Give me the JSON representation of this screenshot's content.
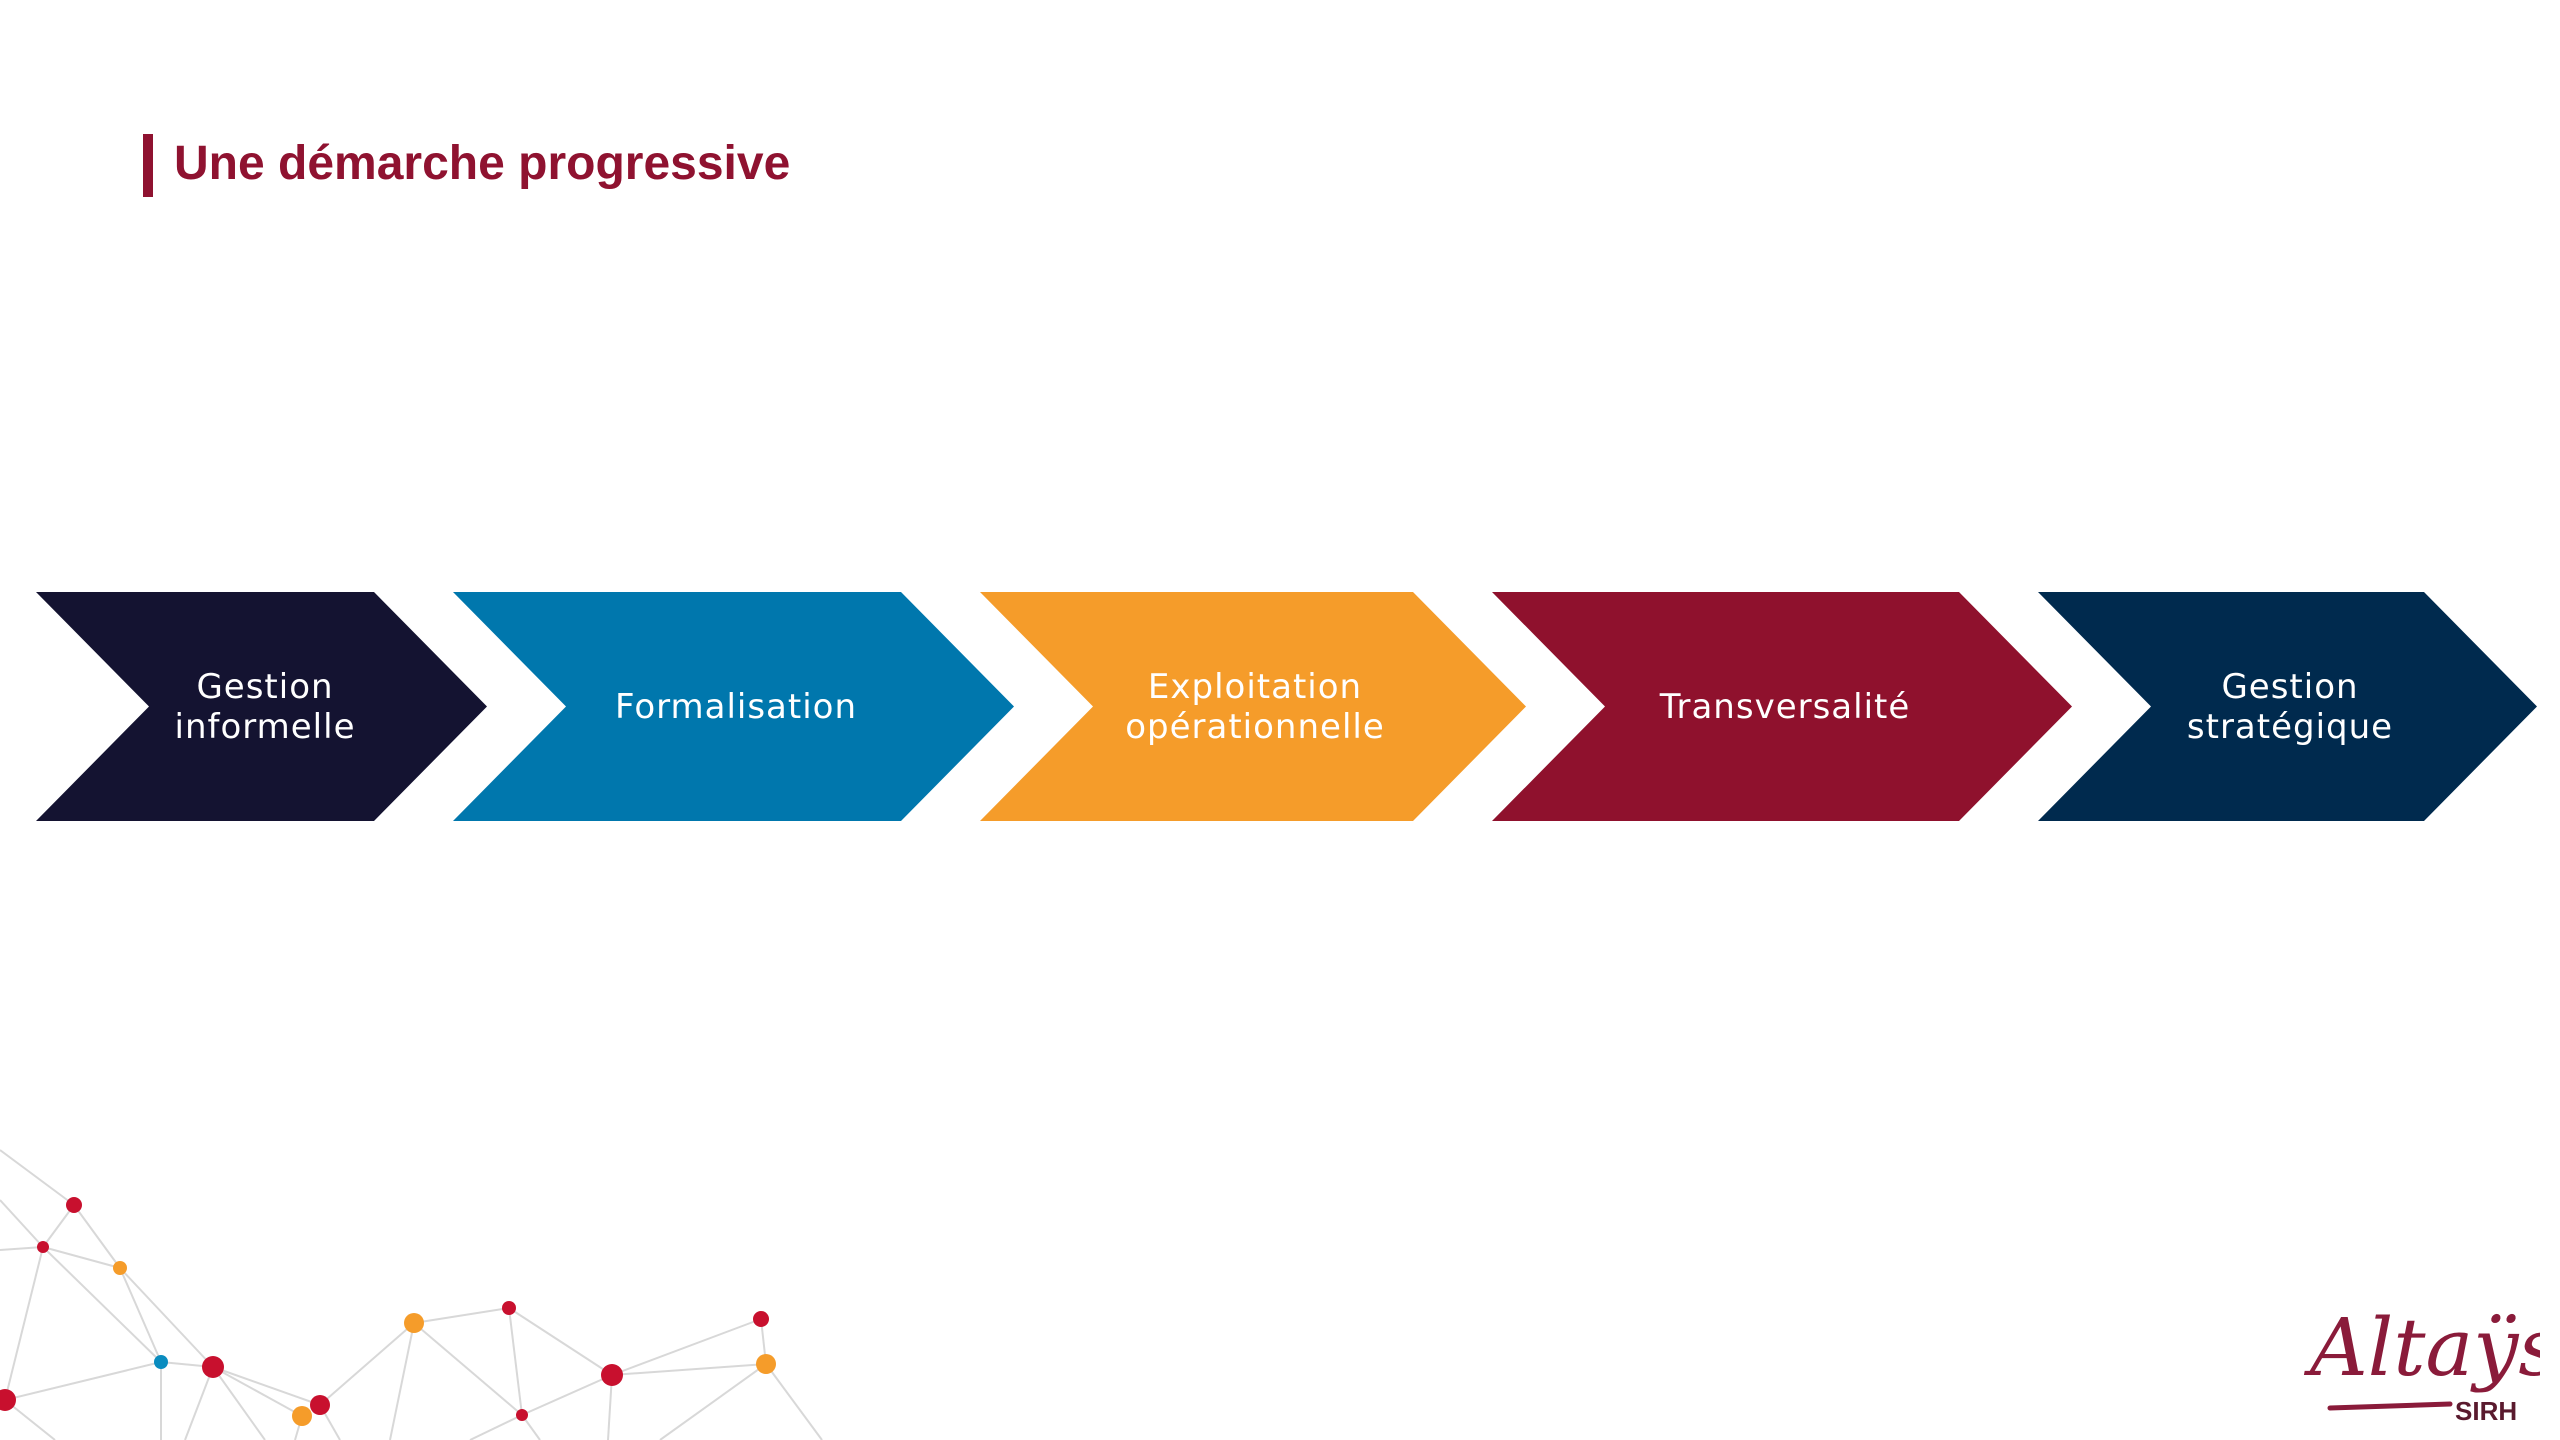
{
  "header": {
    "title": "Une démarche progressive"
  },
  "steps": [
    {
      "label": "Gestion informelle",
      "color": "#141331"
    },
    {
      "label": "Formalisation",
      "color": "#0077ad"
    },
    {
      "label": "Exploitation opérationnelle",
      "color": "#f59c2a"
    },
    {
      "label": "Transversalité",
      "color": "#8f112d"
    },
    {
      "label": "Gestion stratégique",
      "color": "#002a4e"
    }
  ],
  "logo": {
    "name": "Altaÿs",
    "sub": "SIRH"
  },
  "colors": {
    "accent": "#8f1230"
  }
}
